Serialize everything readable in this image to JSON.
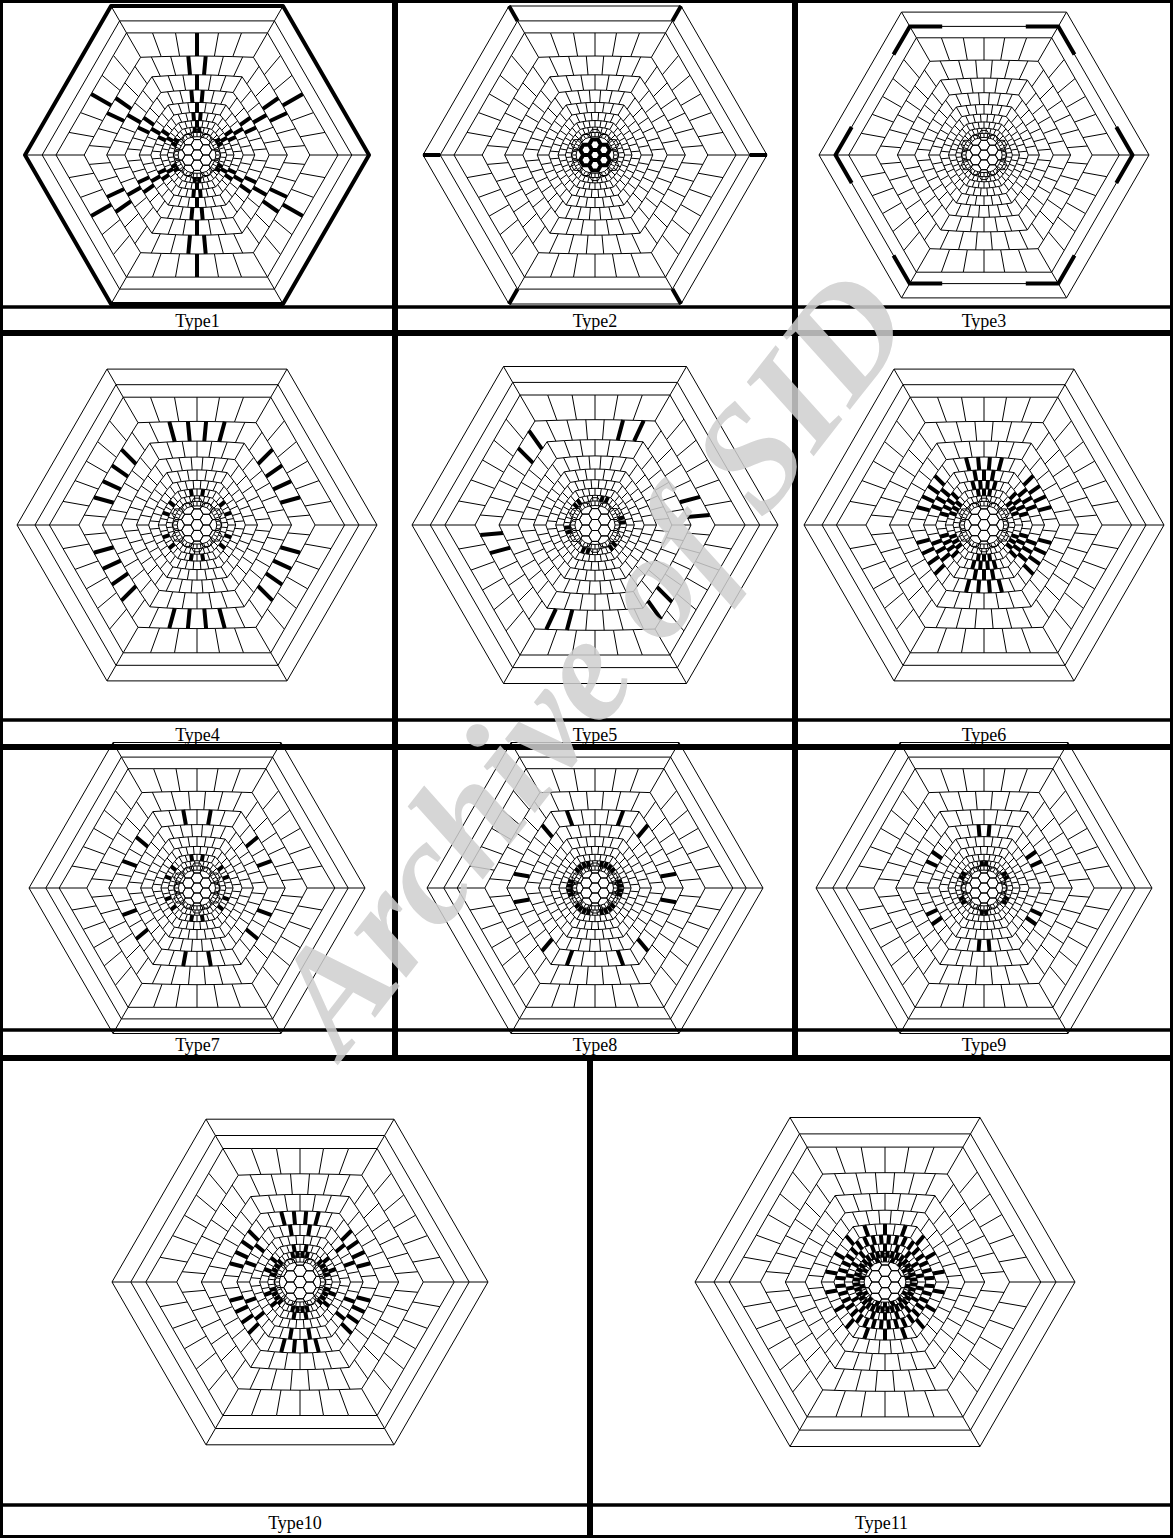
{
  "diagram": {
    "labels": [
      "Type1",
      "Type2",
      "Type3",
      "Type4",
      "Type5",
      "Type6",
      "Type7",
      "Type8",
      "Type9",
      "Type10",
      "Type11",
      "Archive of SID"
    ]
  }
}
